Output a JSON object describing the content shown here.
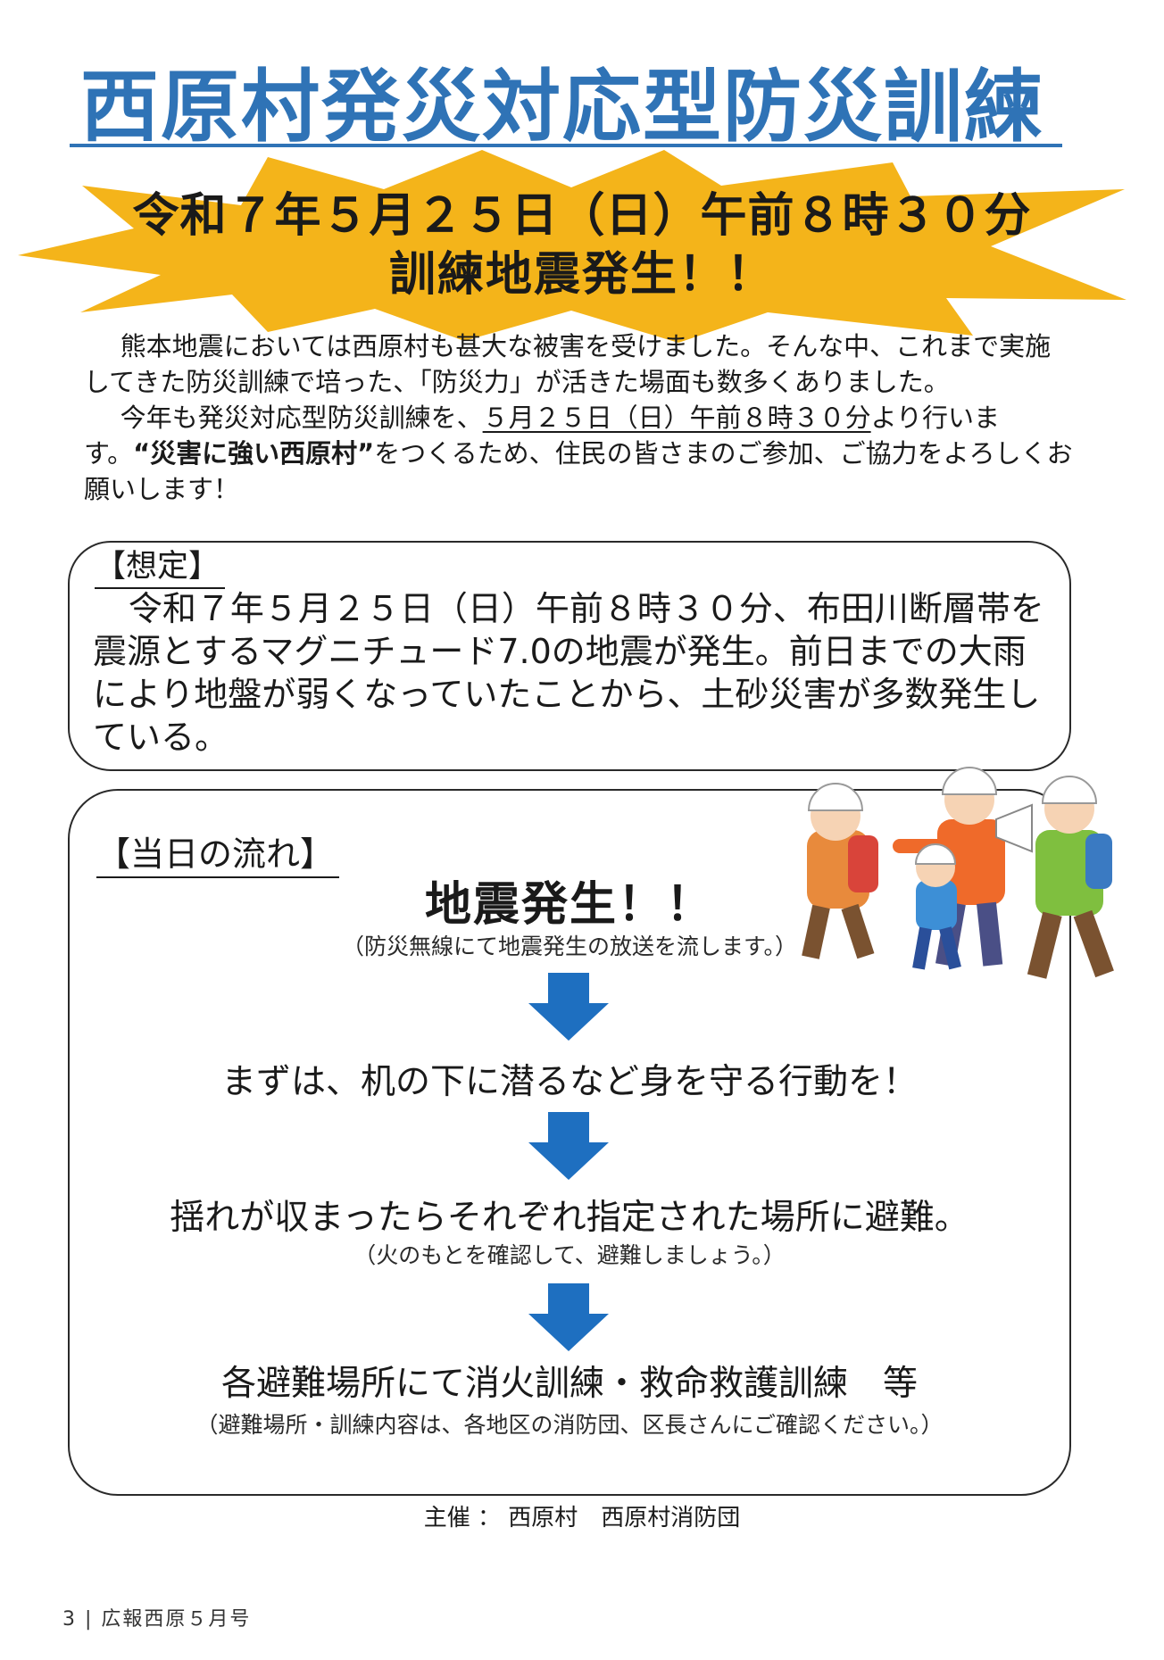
{
  "title": "西原村発災対応型防災訓練",
  "banner": {
    "datetime": "令和７年５月２５日（日）午前８時３０分",
    "headline": "訓練地震発生！！",
    "color": "#f4b41a"
  },
  "intro": {
    "p1": "熊本地震においては西原村も甚大な被害を受けました。そんな中、これまで実施してきた防災訓練で培った、「防災力」が活きた場面も数多くありました。",
    "p2_before": "今年も発災対応型防災訓練を、",
    "p2_date": "５月２５日（日）午前８時３０分",
    "p2_mid": "より行います。",
    "p2_bold": "“災害に強い西原村”",
    "p2_after": "をつくるため、住民の皆さまのご参加、ご協力をよろしくお願いします！"
  },
  "assumption": {
    "heading": "【想定】",
    "text": "令和７年５月２５日（日）午前８時３０分、布田川断層帯を震源とするマグニチュード7.0の地震が発生。前日までの大雨により地盤が弱くなっていたことから、土砂災害が多数発生している。"
  },
  "flow": {
    "heading": "【当日の流れ】",
    "start": "地震発生！！",
    "start_note": "（防災無線にて地震発生の放送を流します。）",
    "step1": "まずは、机の下に潜るなど身を守る行動を！",
    "step2": "揺れが収まったらそれぞれ指定された場所に避難。",
    "step2_note": "（火のもとを確認して、避難しましょう。）",
    "step3": "各避難場所にて消火訓練・救命救護訓練　等",
    "step3_note": "（避難場所・訓練内容は、各地区の消防団、区長さんにご確認ください。）"
  },
  "organizer": "主催 ： 西原村　西原村消防団",
  "footer": "3 | 広報西原５月号",
  "colors": {
    "title": "#2f73b6",
    "arrow": "#1e6fc0",
    "burst": "#f4b41a"
  }
}
